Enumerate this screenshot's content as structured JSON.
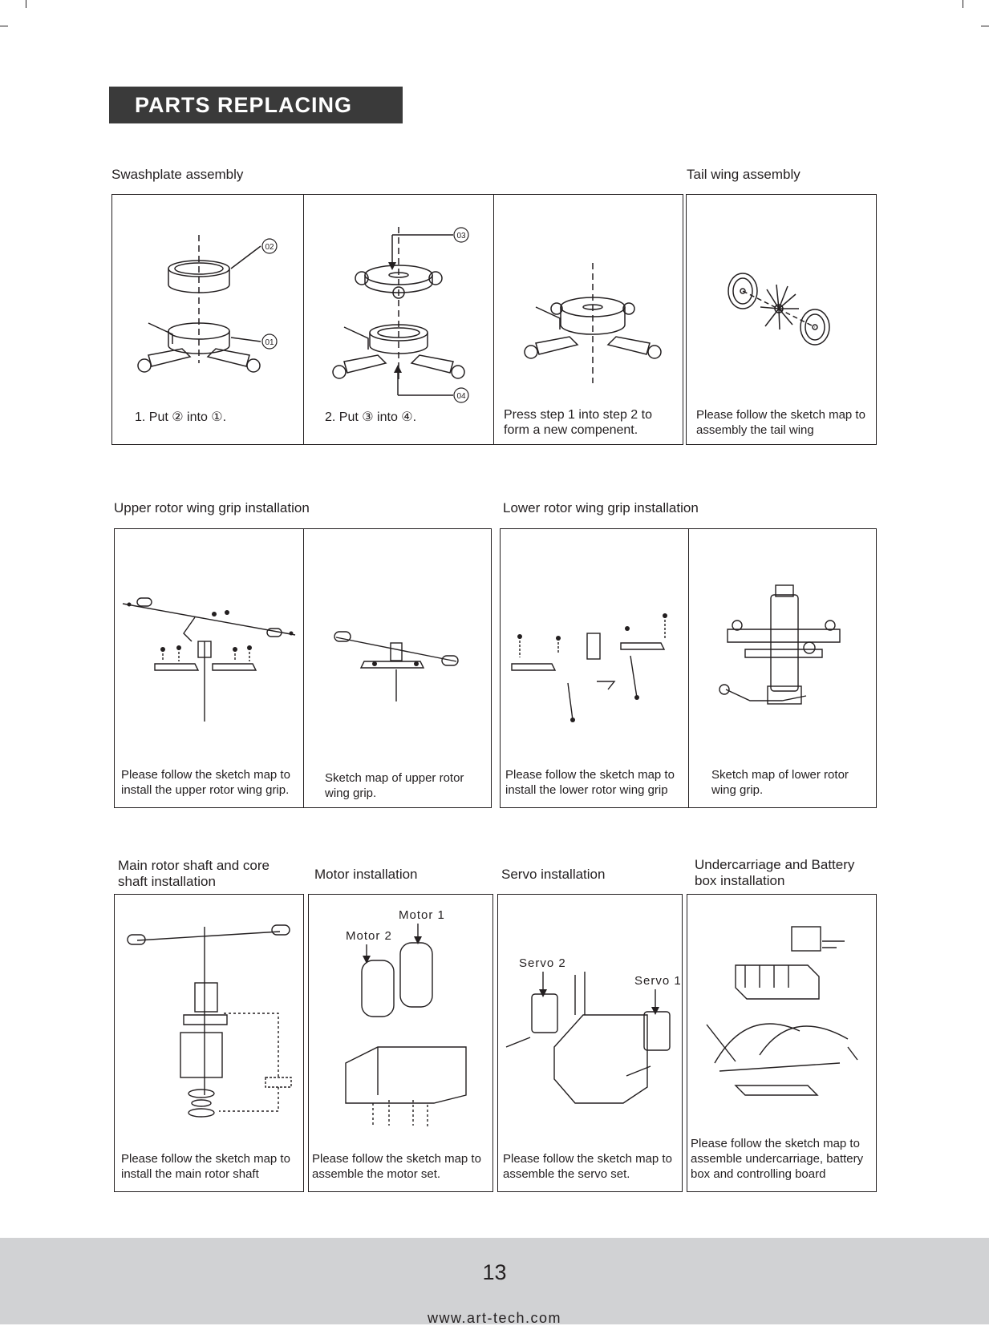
{
  "banner": "PARTS REPLACING",
  "sections": {
    "swashplate": "Swashplate assembly",
    "tail_wing": "Tail wing assembly",
    "upper_rotor": "Upper rotor wing grip installation",
    "lower_rotor": "Lower rotor wing grip installation",
    "main_shaft": "Main rotor shaft and core shaft installation",
    "motor": "Motor installation",
    "servo": "Servo installation",
    "undercarriage": "Undercarriage and Battery box installation"
  },
  "row1": {
    "step1": "1. Put ②  into ①.",
    "step2": "2.  Put ③  into ④.",
    "step3": "Press step 1 into step 2 to form a new compenent.",
    "tail": "Please follow the sketch map to assembly the tail wing",
    "markers": [
      "02",
      "01",
      "03",
      "04"
    ]
  },
  "row2": {
    "upper_install": "Please follow the sketch map to install the upper rotor wing grip.",
    "upper_sketch": "Sketch map of upper rotor wing grip.",
    "lower_install": "Please follow the sketch map to install the lower rotor wing grip",
    "lower_sketch": "Sketch map of lower rotor wing grip."
  },
  "row3": {
    "main_shaft": "Please follow the sketch map to install the main rotor shaft",
    "motor": "Please follow the sketch map to assemble the motor set.",
    "servo": "Please follow the sketch map to assemble the servo set.",
    "undercarriage": "Please follow the sketch map to assemble undercarriage, battery box and controlling board",
    "motor_labels": [
      "Motor 1",
      "Motor 2"
    ],
    "servo_labels": [
      "Servo 2",
      "Servo 1"
    ]
  },
  "footer": {
    "page_number": "13",
    "url": "www.art-tech.com"
  },
  "colors": {
    "ink": "#231f20",
    "banner_bg": "#3a3a3a",
    "footer_bg": "#d1d2d4"
  }
}
